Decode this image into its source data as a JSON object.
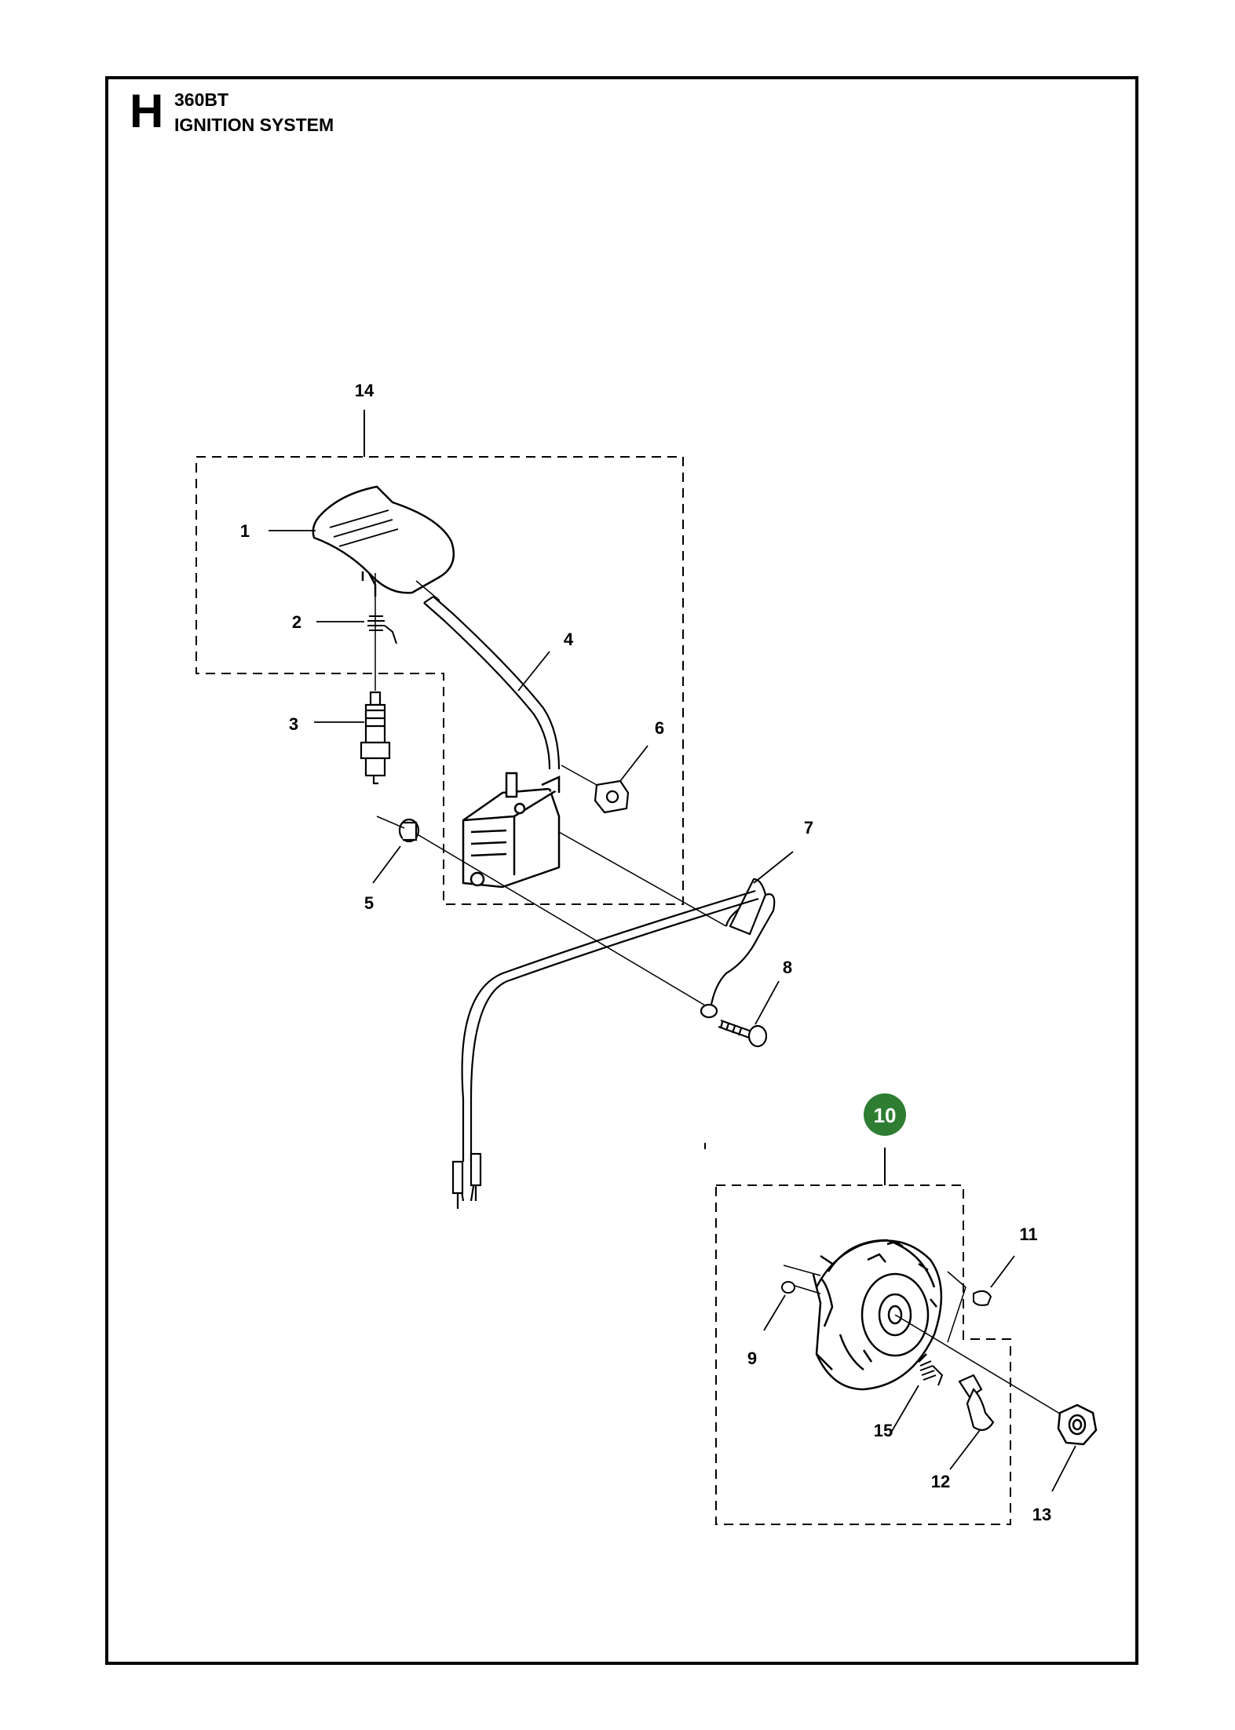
{
  "header": {
    "section_letter": "H",
    "model": "360BT",
    "title": "IGNITION SYSTEM"
  },
  "callouts": {
    "c1": "1",
    "c2": "2",
    "c3": "3",
    "c4": "4",
    "c5": "5",
    "c6": "6",
    "c7": "7",
    "c8": "8",
    "c9": "9",
    "c10": "10",
    "c11": "11",
    "c12": "12",
    "c13": "13",
    "c14": "14",
    "c15": "15"
  },
  "colors": {
    "highlight_badge": "#2e7d32",
    "line": "#000000"
  }
}
